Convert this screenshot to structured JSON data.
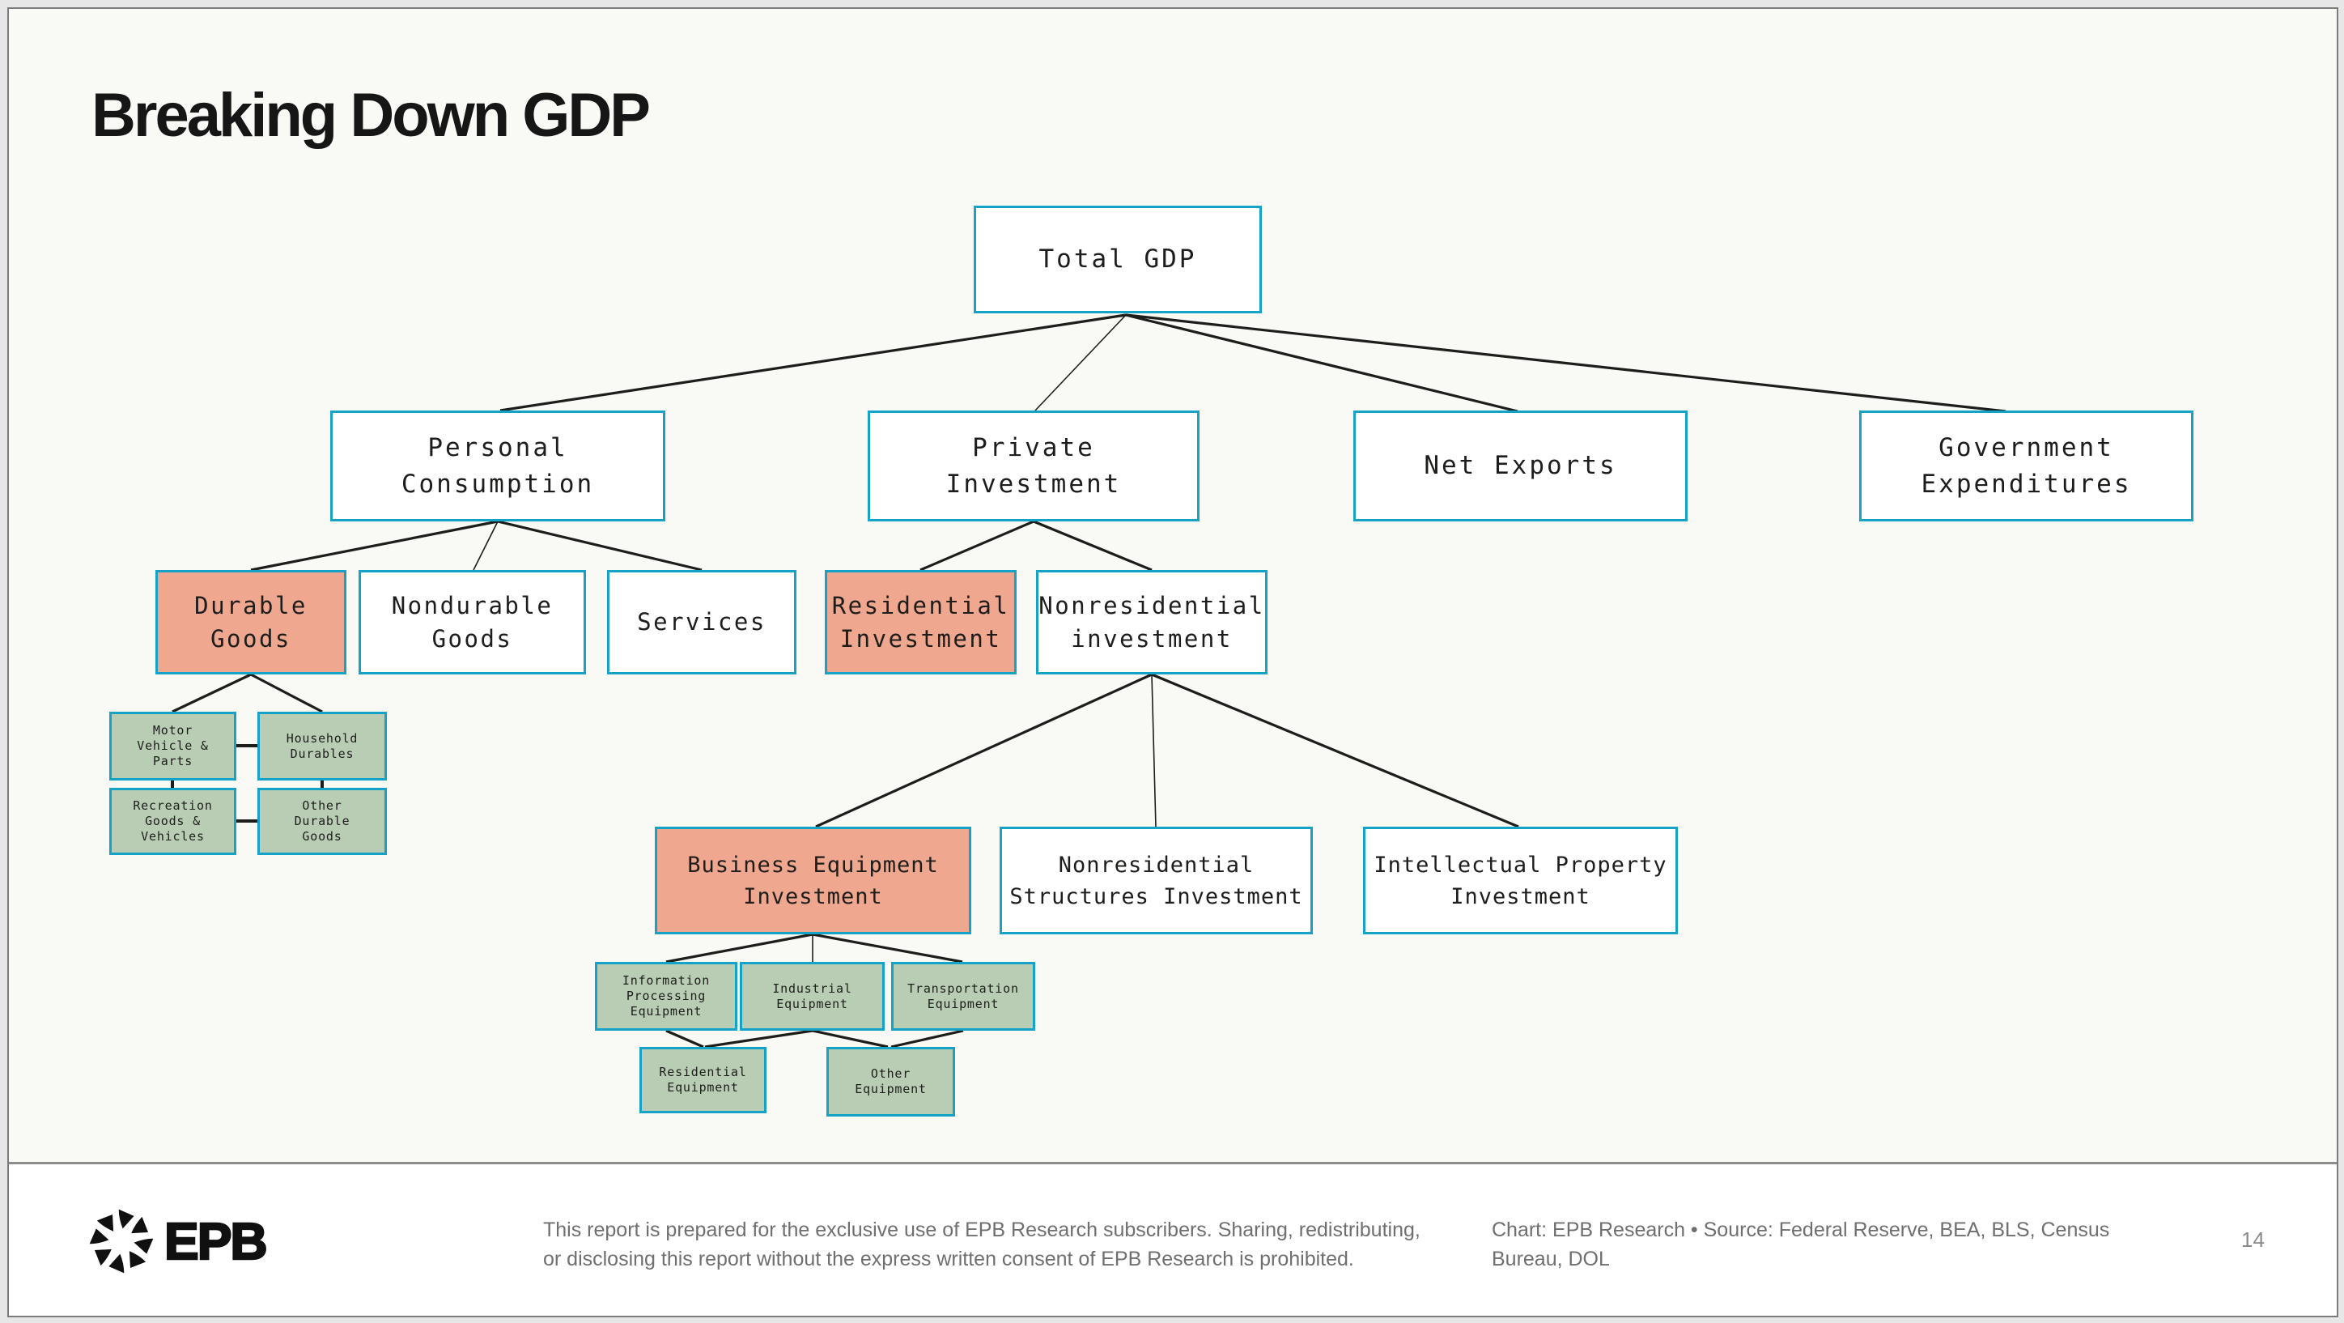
{
  "page": {
    "title": "Breaking Down GDP"
  },
  "colors": {
    "accent_border": "#14a3c7",
    "highlight_salmon": "#f0a78f",
    "leaf_green": "#b9cdb4",
    "slide_background": "#f9f9f6",
    "footer_background": "#ffffff",
    "connector_black": "#1d1d1b",
    "footer_text_gray": "#6f6f6f"
  },
  "tree": {
    "nodes": {
      "total_gdp": {
        "label": "Total GDP",
        "variant": "plain"
      },
      "personal_consumption": {
        "label": "Personal\nConsumption",
        "variant": "plain"
      },
      "private_investment": {
        "label": "Private\nInvestment",
        "variant": "plain"
      },
      "net_exports": {
        "label": "Net Exports",
        "variant": "plain"
      },
      "government_expenditures": {
        "label": "Government\nExpenditures",
        "variant": "plain"
      },
      "durable_goods": {
        "label": "Durable\nGoods",
        "variant": "highlight"
      },
      "nondurable_goods": {
        "label": "Nondurable\nGoods",
        "variant": "plain"
      },
      "services": {
        "label": "Services",
        "variant": "plain"
      },
      "residential_investment": {
        "label": "Residential\nInvestment",
        "variant": "highlight"
      },
      "nonresidential_investment": {
        "label": "Nonresidential\ninvestment",
        "variant": "plain"
      },
      "motor_vehicle_parts": {
        "label": "Motor\nVehicle &\nParts",
        "variant": "leaf"
      },
      "household_durables": {
        "label": "Household\nDurables",
        "variant": "leaf"
      },
      "recreation_goods_vehicles": {
        "label": "Recreation\nGoods &\nVehicles",
        "variant": "leaf"
      },
      "other_durable_goods": {
        "label": "Other\nDurable\nGoods",
        "variant": "leaf"
      },
      "business_equipment_investment": {
        "label": "Business Equipment\nInvestment",
        "variant": "highlight"
      },
      "nonresidential_structures_investment": {
        "label": "Nonresidential\nStructures Investment",
        "variant": "plain"
      },
      "intellectual_property_investment": {
        "label": "Intellectual Property\nInvestment",
        "variant": "plain"
      },
      "information_processing_equipment": {
        "label": "Information\nProcessing\nEquipment",
        "variant": "leaf"
      },
      "industrial_equipment": {
        "label": "Industrial\nEquipment",
        "variant": "leaf"
      },
      "transportation_equipment": {
        "label": "Transportation\nEquipment",
        "variant": "leaf"
      },
      "residential_equipment": {
        "label": "Residential\nEquipment",
        "variant": "leaf"
      },
      "other_equipment": {
        "label": "Other\nEquipment",
        "variant": "leaf"
      }
    },
    "hierarchy": {
      "Total GDP": [
        "Personal Consumption",
        "Private Investment",
        "Net Exports",
        "Government Expenditures"
      ],
      "Personal Consumption": [
        "Durable Goods",
        "Nondurable Goods",
        "Services"
      ],
      "Durable Goods": [
        "Motor Vehicle & Parts",
        "Household Durables",
        "Recreation Goods & Vehicles",
        "Other Durable Goods"
      ],
      "Private Investment": [
        "Residential Investment",
        "Nonresidential investment"
      ],
      "Nonresidential investment": [
        "Business Equipment Investment",
        "Nonresidential Structures Investment",
        "Intellectual Property Investment"
      ],
      "Business Equipment Investment": [
        "Information Processing Equipment",
        "Industrial Equipment",
        "Transportation Equipment",
        "Residential Equipment",
        "Other Equipment"
      ]
    }
  },
  "footer": {
    "logo_text": "EPB",
    "disclaimer": "This report is prepared for the exclusive use of EPB Research subscribers. Sharing, redistributing,\nor disclosing this report without the express written consent of EPB Research is prohibited.",
    "source": "Chart: EPB Research  •  Source: Federal Reserve, BEA, BLS, Census\nBureau, DOL",
    "page_number": "14"
  }
}
